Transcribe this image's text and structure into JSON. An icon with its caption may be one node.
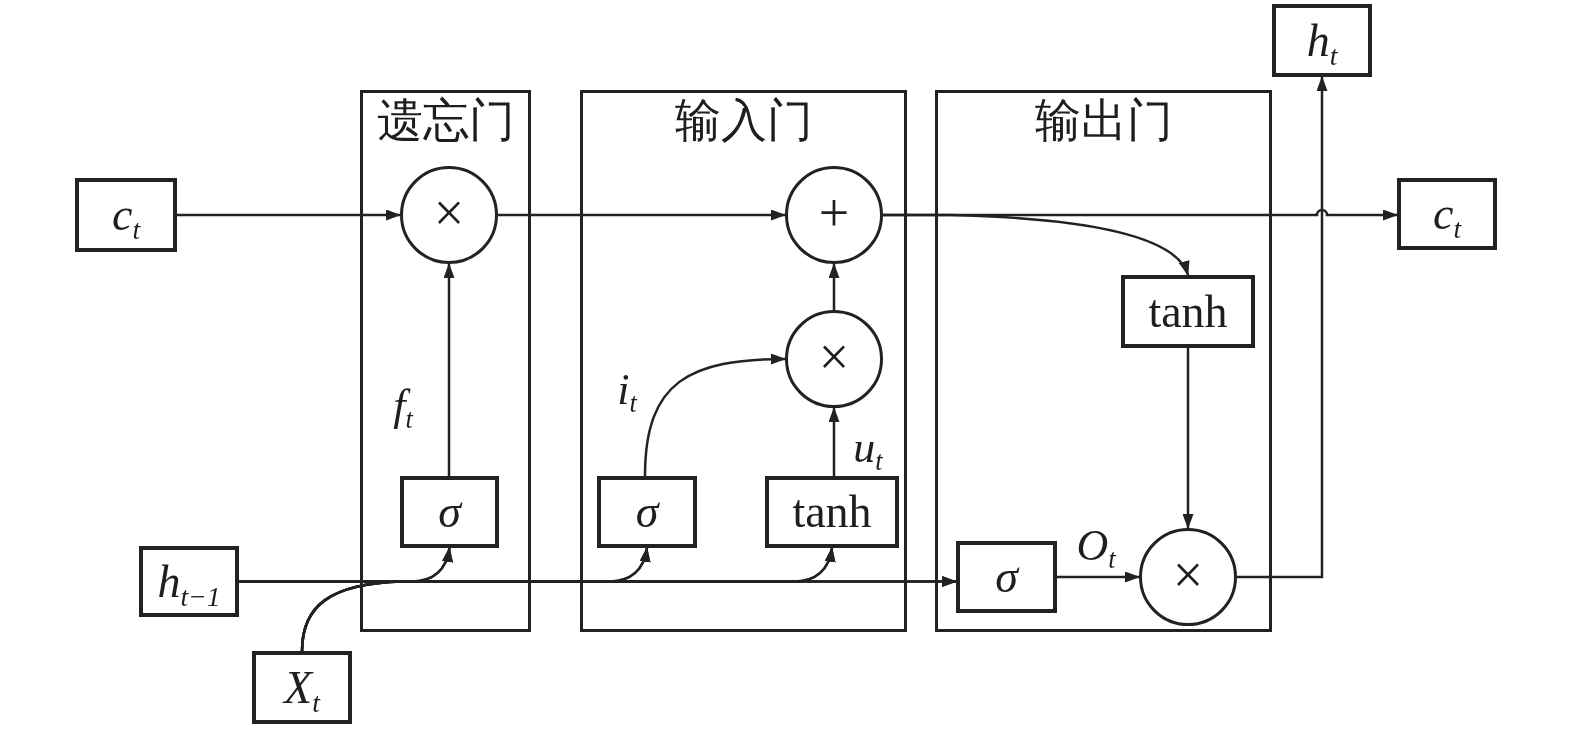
{
  "diagram": {
    "nodes": [
      {
        "text": [
          "c$_{t}$"
        ]
      },
      {
        "text": [
          "遗忘门"
        ]
      },
      {
        "text": [
          "×"
        ],
        "in": 1
      },
      {
        "text": [
          "σ"
        ],
        "in": 1
      },
      {
        "text": [
          "输入门"
        ]
      },
      {
        "text": [
          "+"
        ],
        "in": 4
      },
      {
        "text": [
          "×"
        ],
        "in": 4
      },
      {
        "text": [
          "σ"
        ],
        "in": 4
      },
      {
        "text": [
          "tanh"
        ],
        "in": 4
      },
      {
        "text": [
          "输出门"
        ]
      },
      {
        "text": [
          "tanh"
        ],
        "in": 9
      },
      {
        "text": [
          "σ"
        ],
        "in": 9
      },
      {
        "text": [
          "×"
        ],
        "in": 9
      },
      {
        "text": [
          "h$_{t}$"
        ]
      },
      {
        "text": [
          "c$_{t}$"
        ]
      },
      {
        "text": [
          "h$_{t−1}$"
        ]
      },
      {
        "text": [
          "X$_{t}$"
        ]
      }
    ],
    "edges": [
      {
        "from": 0,
        "to": 2,
        "arrow": "to"
      },
      {
        "from": 2,
        "to": 5,
        "arrow": "to"
      },
      {
        "from": 5,
        "to": 14,
        "arrow": "to"
      },
      {
        "from": 5,
        "to": 10,
        "arrow": "to"
      },
      {
        "from": 3,
        "to": 2,
        "arrow": "to",
        "label": "f$_{t}$"
      },
      {
        "from": 7,
        "to": 6,
        "arrow": "to",
        "label": "i$_{t}$"
      },
      {
        "from": 8,
        "to": 6,
        "arrow": "to",
        "label": "u$_{t}$"
      },
      {
        "from": 6,
        "to": 5,
        "arrow": "to"
      },
      {
        "from": 10,
        "to": 12,
        "arrow": "to"
      },
      {
        "from": 11,
        "to": 12,
        "arrow": "to",
        "label": "O$_{t}$"
      },
      {
        "from": 12,
        "to": 13,
        "arrow": "to"
      },
      {
        "from": 15,
        "to": 3,
        "arrow": "to"
      },
      {
        "from": 15,
        "to": 7,
        "arrow": "to"
      },
      {
        "from": 15,
        "to": 8,
        "arrow": "to"
      },
      {
        "from": 15,
        "to": 11,
        "arrow": "to"
      },
      {
        "from": 16,
        "to": 3,
        "arrow": "to"
      },
      {
        "from": 16,
        "to": 7,
        "arrow": "to"
      },
      {
        "from": 16,
        "to": 8,
        "arrow": "to"
      },
      {
        "from": 16,
        "to": 11,
        "arrow": "to"
      }
    ]
  }
}
